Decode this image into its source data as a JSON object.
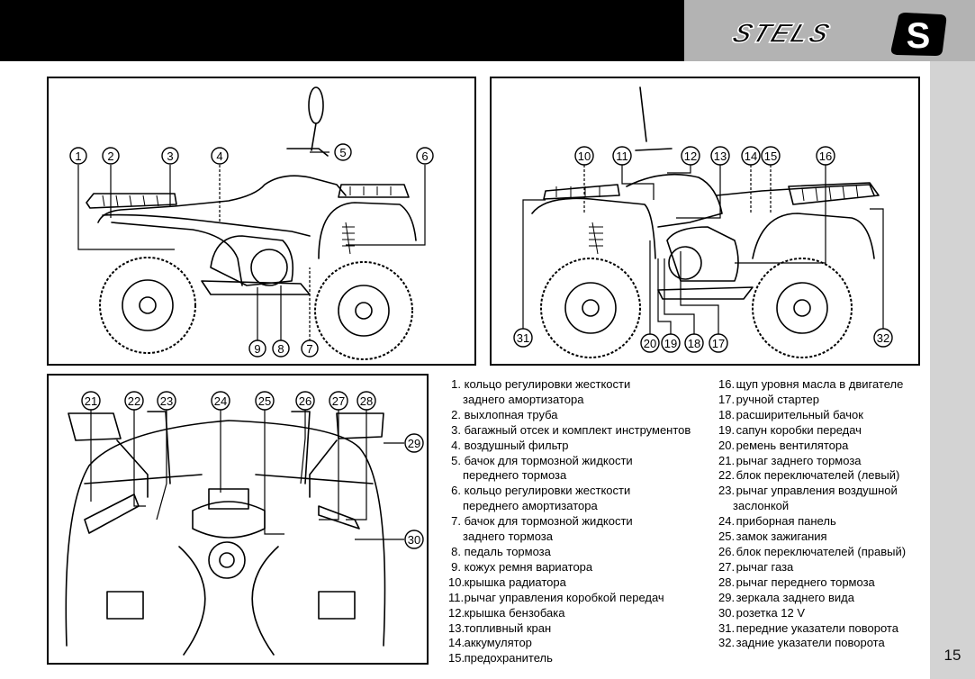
{
  "header": {
    "brand": "STELS",
    "brand_emblem": "S",
    "colors": {
      "topbar": "#000000",
      "logo_area": "#b3b3b3",
      "sidebar": "#d3d3d3"
    }
  },
  "page_number": "15",
  "diagrams": {
    "left_side": {
      "callouts": [
        "1",
        "2",
        "3",
        "4",
        "5",
        "6",
        "7",
        "8",
        "9"
      ]
    },
    "right_side": {
      "callouts": [
        "10",
        "11",
        "12",
        "13",
        "14",
        "15",
        "16",
        "17",
        "18",
        "19",
        "20",
        "31",
        "32"
      ]
    },
    "handlebar": {
      "callouts": [
        "21",
        "22",
        "23",
        "24",
        "25",
        "26",
        "27",
        "28",
        "29",
        "30"
      ]
    }
  },
  "legend": {
    "column1": [
      {
        "num": "1.",
        "lines": [
          "кольцо регулировки жесткости",
          "заднего амортизатора"
        ]
      },
      {
        "num": "2.",
        "lines": [
          "выхлопная труба"
        ]
      },
      {
        "num": "3.",
        "lines": [
          "багажный отсек и комплект инструментов"
        ]
      },
      {
        "num": "4.",
        "lines": [
          "воздушный фильтр"
        ]
      },
      {
        "num": "5.",
        "lines": [
          "бачок для тормозной жидкости",
          "переднего тормоза"
        ]
      },
      {
        "num": "6.",
        "lines": [
          "кольцо регулировки жесткости",
          "переднего амортизатора"
        ]
      },
      {
        "num": "7.",
        "lines": [
          "бачок для тормозной жидкости",
          "заднего тормоза"
        ]
      },
      {
        "num": "8.",
        "lines": [
          "педаль тормоза"
        ]
      },
      {
        "num": "9.",
        "lines": [
          "кожух ремня вариатора"
        ]
      },
      {
        "num": "10.",
        "lines": [
          "крышка радиатора"
        ]
      },
      {
        "num": "11.",
        "lines": [
          "рычаг управления коробкой передач"
        ]
      },
      {
        "num": "12.",
        "lines": [
          "крышка бензобака"
        ]
      },
      {
        "num": "13.",
        "lines": [
          "топливный кран"
        ]
      },
      {
        "num": "14.",
        "lines": [
          "аккумулятор"
        ]
      },
      {
        "num": "15.",
        "lines": [
          "предохранитель"
        ]
      }
    ],
    "column2": [
      {
        "num": "16.",
        "lines": [
          "щуп уровня масла в двигателе"
        ]
      },
      {
        "num": "17.",
        "lines": [
          "ручной стартер"
        ]
      },
      {
        "num": "18.",
        "lines": [
          "расширительный бачок"
        ]
      },
      {
        "num": "19.",
        "lines": [
          "сапун коробки передач"
        ]
      },
      {
        "num": "20.",
        "lines": [
          "ремень вентилятора"
        ]
      },
      {
        "num": "21.",
        "lines": [
          "рычаг заднего тормоза"
        ]
      },
      {
        "num": "22.",
        "lines": [
          "блок переключателей (левый)"
        ]
      },
      {
        "num": "23.",
        "lines": [
          "рычаг управления воздушной",
          "заслонкой"
        ]
      },
      {
        "num": "24.",
        "lines": [
          "приборная панель"
        ]
      },
      {
        "num": "25.",
        "lines": [
          "замок зажигания"
        ]
      },
      {
        "num": "26.",
        "lines": [
          "блок переключателей (правый)"
        ]
      },
      {
        "num": "27.",
        "lines": [
          "рычаг газа"
        ]
      },
      {
        "num": "28.",
        "lines": [
          "рычаг переднего тормоза"
        ]
      },
      {
        "num": "29.",
        "lines": [
          "зеркала заднего вида"
        ]
      },
      {
        "num": "30.",
        "lines": [
          "розетка 12 V"
        ]
      },
      {
        "num": "31.",
        "lines": [
          "передние указатели поворота"
        ]
      },
      {
        "num": "32.",
        "lines": [
          "задние указатели поворота"
        ]
      }
    ]
  }
}
